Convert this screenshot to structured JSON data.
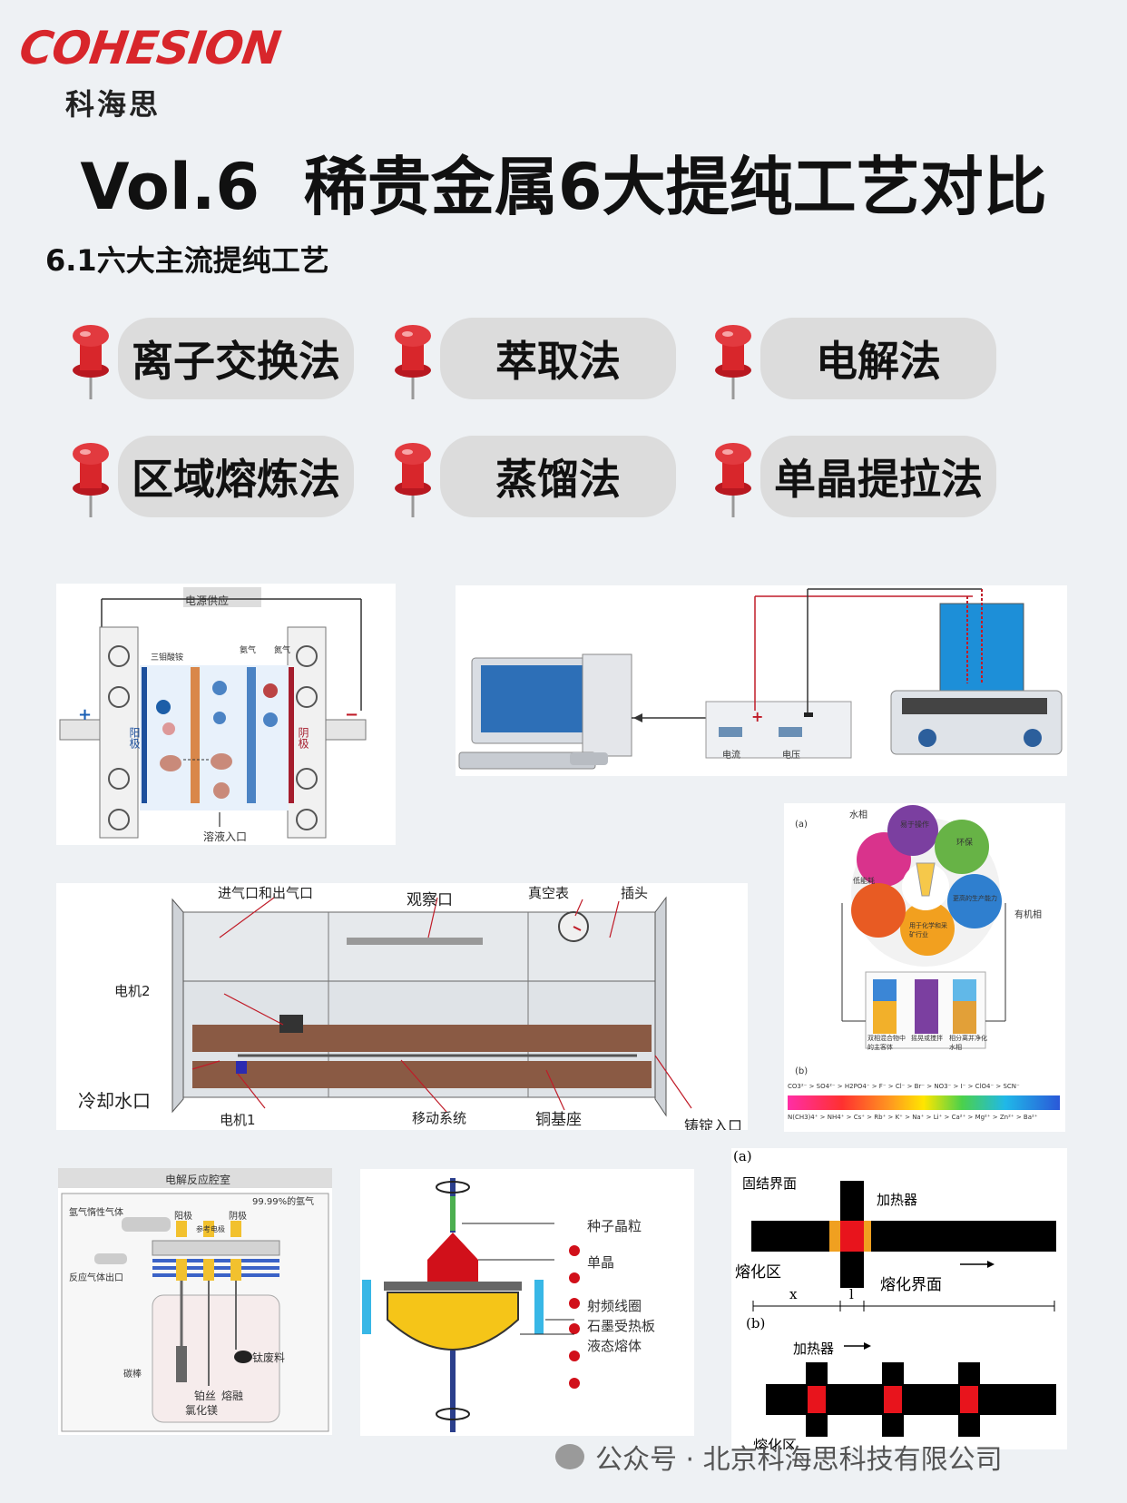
{
  "brand": {
    "logo_text": "COHESION",
    "name_cn": "科海思"
  },
  "title": "Vol.6  稀贵金属6大提纯工艺对比",
  "subtitle": "6.1六大主流提纯工艺",
  "methods": [
    "离子交换法",
    "萃取法",
    "电解法",
    "区域熔炼法",
    "蒸馏法",
    "单晶提拉法"
  ],
  "fig_ion": {
    "power": "电源供应",
    "anode": "阳极",
    "cathode": "阴极",
    "inlet": "溶液入口",
    "small": [
      "三钼酸铵",
      "氨气",
      "氮气"
    ]
  },
  "fig_electrolysis_setup": {
    "current": "电流",
    "voltage": "电压"
  },
  "fig_extraction": {
    "panel_a": "(a)",
    "panel_b": "(b)",
    "aqueous": "水相",
    "organic": "有机相",
    "easy": "易于操作",
    "eco": "环保",
    "low_energy": "低能耗",
    "capacity": "更高的生产能力",
    "mining": "用于化学和采矿行业",
    "steps": [
      "双相混合物中的主客体",
      "摇晃或搅拌",
      "相分离并净化水相"
    ],
    "anion_series": "CO3²⁻ > SO4²⁻ > H2PO4⁻ > F⁻ > Cl⁻ > Br⁻ > NO3⁻ > I⁻ > ClO4⁻ > SCN⁻",
    "cation_series": "N(CH3)4⁺ > NH4⁺ > Cs⁺ > Rb⁺ > K⁺ > Na⁺ > Li⁺ > Ca²⁺ > Mg²⁺ > Zn²⁺ > Ba²⁺"
  },
  "fig_zone_furnace": {
    "gas_port": "进气口和出气口",
    "viewport": "观察口",
    "vacuum_gauge": "真空表",
    "plug": "插头",
    "motor2": "电机2",
    "cooling": "冷却水口",
    "motor1": "电机1",
    "moving": "移动系统",
    "copper_base": "铜基座",
    "ingot_inlet": "铸锭入口"
  },
  "fig_electro_chamber": {
    "title": "电解反应腔室",
    "argon": "99.99%的氩气",
    "inert_gas": "氩气惰性气体",
    "exhaust": "反应气体出口",
    "anode": "阳极",
    "cathode": "阴极",
    "ref": "参考电极",
    "carbon": "碳棒",
    "ti_scrap": "钛废料",
    "pt_wire": "铂丝",
    "molten": "熔融",
    "mgcl": "氯化镁"
  },
  "fig_czochralski": {
    "seed": "种子晶粒",
    "crystal": "单晶",
    "rf_coil": "射频线圈",
    "graphite": "石墨受热板",
    "melt": "液态熔体"
  },
  "fig_zone_melting": {
    "panel_a": "(a)",
    "panel_b": "(b)",
    "solid_interface": "固结界面",
    "heater": "加热器",
    "molten_zone": "熔化区",
    "melt_interface": "熔化界面",
    "x": "x",
    "l": "l"
  },
  "footer": "公众号 · 北京科海思科技有限公司",
  "colors": {
    "brand_red": "#d8262b",
    "pill": "#dcdcdc",
    "background": "#eef1f4"
  }
}
